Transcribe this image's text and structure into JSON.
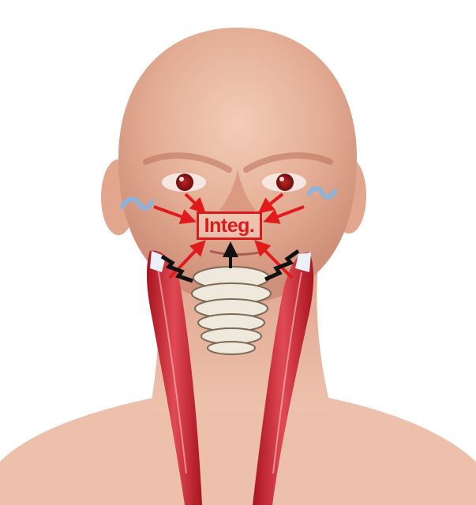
{
  "diagram": {
    "center_label": "Integ.",
    "colors": {
      "label_red": "#d81a1a",
      "arrow_red": "#e11b1b",
      "arrow_black": "#111111",
      "muscle_red": "#c8232e",
      "skin": "#e9b9a2",
      "eye_red": "#8e1616",
      "ear_blue": "#8fb3d8",
      "bone": "#efe8dc"
    },
    "elements": {
      "eyes": [
        "left-eye",
        "right-eye"
      ],
      "ears": [
        "left-ear-vestibular-icon",
        "right-ear-vestibular-icon"
      ],
      "muscles": [
        "left-sternocleidomastoid",
        "right-sternocleidomastoid"
      ],
      "spine": "cervical-vertebrae",
      "signals": [
        "left-zigzag-signal",
        "right-zigzag-signal"
      ]
    }
  }
}
